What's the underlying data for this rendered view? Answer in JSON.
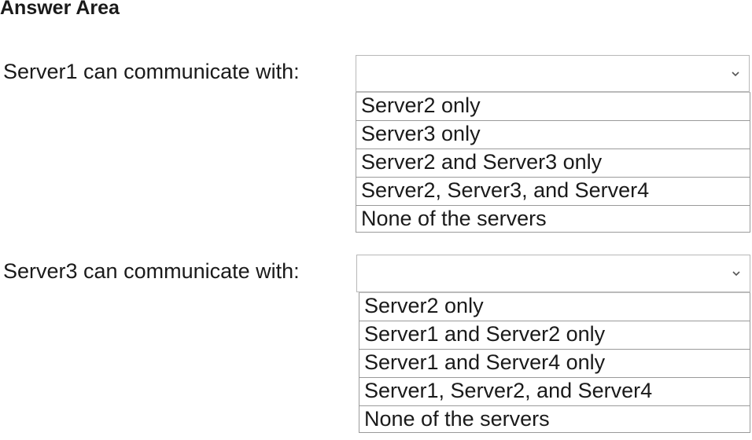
{
  "title": "Answer Area",
  "questions": [
    {
      "prompt": "Server1 can communicate with:",
      "selected": "",
      "options": [
        "Server2 only",
        "Server3 only",
        "Server2 and Server3 only",
        "Server2, Server3, and Server4",
        "None of the servers"
      ]
    },
    {
      "prompt": "Server3 can communicate with:",
      "selected": "",
      "options": [
        "Server2 only",
        "Server1 and Server2 only",
        "Server1 and Server4 only",
        "Server1, Server2, and Server4",
        "None of the servers"
      ]
    }
  ],
  "icons": {
    "dropdown": "chevron-down-icon"
  },
  "colors": {
    "border": "#9a9a9a",
    "text": "#1a1a1a",
    "background": "#ffffff"
  }
}
